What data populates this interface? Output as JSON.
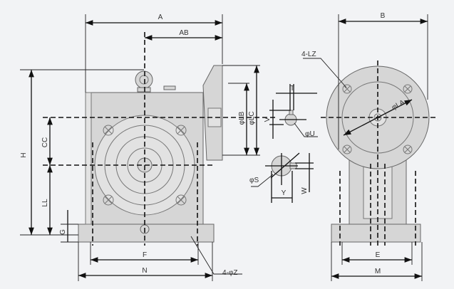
{
  "labels": {
    "A": "A",
    "AB": "AB",
    "H": "H",
    "CC": "CC",
    "LL": "LL",
    "G": "G",
    "F": "F",
    "N": "N",
    "Z": "4-φZ",
    "LB": "φLB",
    "LC": "φLC",
    "T": "T",
    "V": "V",
    "U": "φU",
    "S": "φS",
    "Y": "Y",
    "W": "W",
    "B": "B",
    "LZ": "4-LZ",
    "LA": "φLA",
    "E": "E",
    "M": "M"
  }
}
